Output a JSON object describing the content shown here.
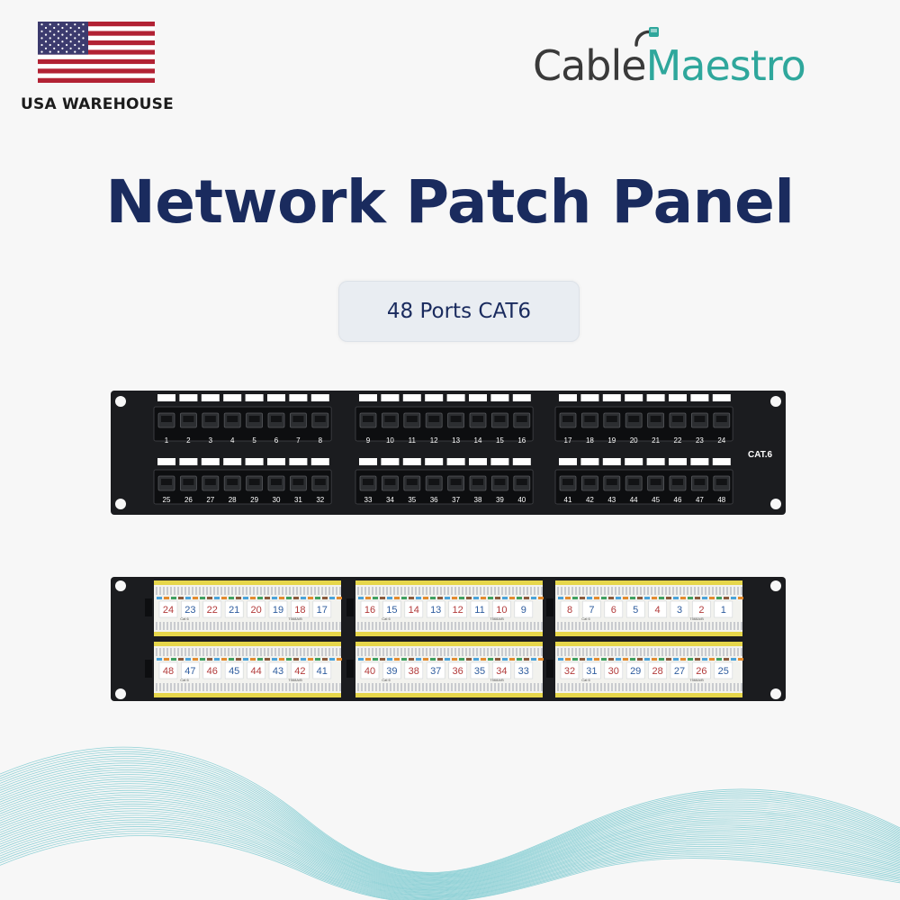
{
  "warehouse": {
    "label": "USA WAREHOUSE"
  },
  "logo": {
    "part1": "Cable",
    "part2": "Maestro"
  },
  "title": "Network Patch Panel",
  "badge": "48 Ports CAT6",
  "front_panel": {
    "label": "CAT.6",
    "top_row": [
      "1",
      "2",
      "3",
      "4",
      "5",
      "6",
      "7",
      "8",
      "9",
      "10",
      "11",
      "12",
      "13",
      "14",
      "15",
      "16",
      "17",
      "18",
      "19",
      "20",
      "21",
      "22",
      "23",
      "24"
    ],
    "bottom_row": [
      "25",
      "26",
      "27",
      "28",
      "29",
      "30",
      "31",
      "32",
      "33",
      "34",
      "35",
      "36",
      "37",
      "38",
      "39",
      "40",
      "41",
      "42",
      "43",
      "44",
      "45",
      "46",
      "47",
      "48"
    ]
  },
  "back_panel": {
    "top_row": [
      "24",
      "23",
      "22",
      "21",
      "20",
      "19",
      "18",
      "17",
      "16",
      "15",
      "14",
      "13",
      "12",
      "11",
      "10",
      "9",
      "8",
      "7",
      "6",
      "5",
      "4",
      "3",
      "2",
      "1"
    ],
    "bottom_row": [
      "48",
      "47",
      "46",
      "45",
      "44",
      "43",
      "42",
      "41",
      "40",
      "39",
      "38",
      "37",
      "36",
      "35",
      "34",
      "33",
      "32",
      "31",
      "30",
      "29",
      "28",
      "27",
      "26",
      "25"
    ],
    "small_labels": [
      "Cat 6",
      "T568A/B"
    ]
  },
  "colors": {
    "title": "#1a2b5e",
    "brand_teal": "#2fa79c",
    "brand_dark": "#3a3a3a",
    "panel": "#1b1c1f",
    "back_label_red": "#b23a3a",
    "back_label_blue": "#2e5c9e",
    "wave": "#8fd1d6"
  }
}
